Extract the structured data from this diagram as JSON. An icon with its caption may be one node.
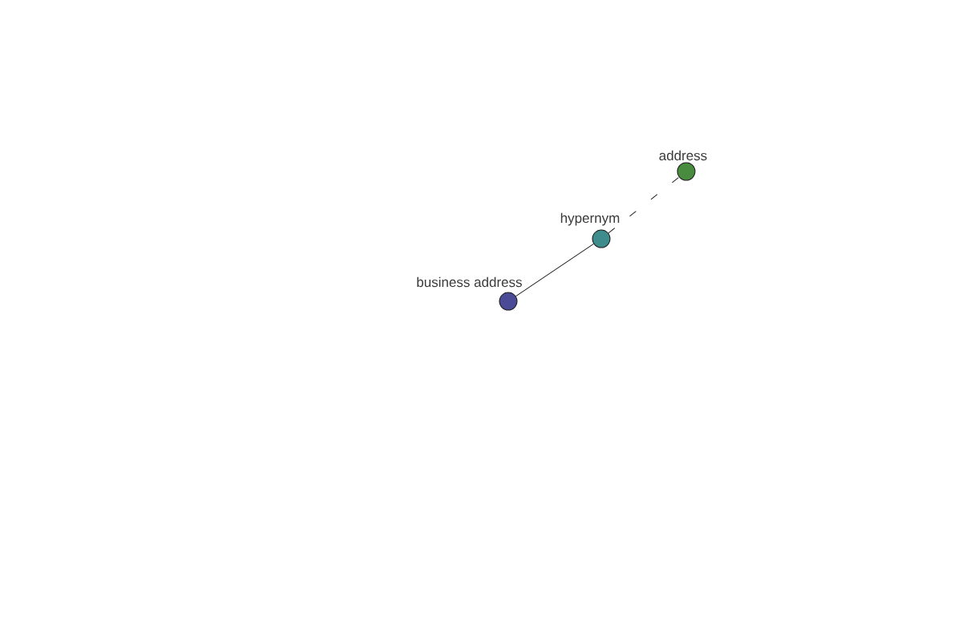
{
  "diagram": {
    "nodes": [
      {
        "text": [
          "address"
        ]
      },
      {
        "text": [
          "hypernym"
        ]
      },
      {
        "text": [
          "business address"
        ]
      }
    ],
    "edges": [
      {
        "from": 2,
        "to": 1,
        "arrow": "none"
      },
      {
        "from": 1,
        "to": 0,
        "arrow": "none",
        "style": "dashed"
      }
    ]
  }
}
